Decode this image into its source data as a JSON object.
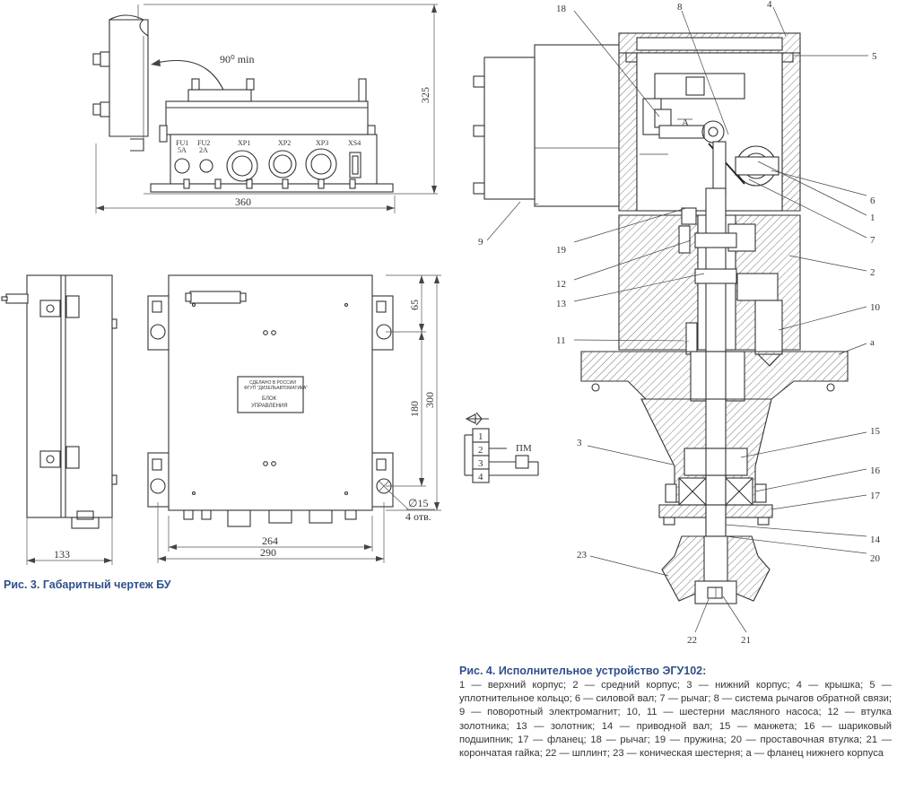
{
  "fig3": {
    "caption": "Рис. 3. Габаритный чертеж БУ",
    "dims": {
      "angle": "90⁰ min",
      "height_325": "325",
      "width_360": "360",
      "d65": "65",
      "d180": "180",
      "d300": "300",
      "d15": "∅15",
      "holes": "4 отв.",
      "d264": "264",
      "d290": "290",
      "d133": "133"
    },
    "connectors": [
      "FU1",
      "FU2",
      "XP1",
      "XP2",
      "XP3",
      "XS4"
    ],
    "fuse_ratings": [
      "5А",
      "2А"
    ],
    "plate": {
      "line1": "СДЕЛАНО В РОССИИ",
      "line2": "ФГУП \"ДИЗЕЛЬАВТОМАТИКА\"",
      "title1": "БЛОК",
      "title2": "УПРАВЛЕНИЯ"
    }
  },
  "fig4": {
    "caption": "Рис. 4. Исполнительное устройство ЭГУ102:",
    "legend": "1 — верхний корпус; 2 — средний корпус; 3 — нижний корпус; 4 — крышка; 5 — уплотнительное кольцо; 6 — силовой вал; 7 — рычаг; 8 — система рычагов обратной связи; 9 — поворотный электромагнит; 10, 11 — шестерни масляного насоса; 12 — втулка золотника; 13 — золотник; 14 — приводной вал; 15 — манжета; 16 — шариковый подшипник; 17 — фланец; 18 — рычаг; 19 — пружина; 20 — проставочная втулка; 21 — корончатая гайка; 22 — шплинт; 23 — коническая шестерня; а — фланец нижнего корпуса",
    "labels": {
      "n1": "1",
      "n2": "2",
      "n3": "3",
      "n4": "4",
      "n5": "5",
      "n6": "6",
      "n7": "7",
      "n8": "8",
      "n9": "9",
      "n10": "10",
      "n11": "11",
      "n12": "12",
      "n13": "13",
      "n14": "14",
      "n15": "15",
      "n16": "16",
      "n17": "17",
      "n18": "18",
      "n19": "19",
      "n20": "20",
      "n21": "21",
      "n22": "22",
      "n23": "23",
      "na": "a"
    },
    "section_marker": "А",
    "wiring": {
      "pins": [
        "1",
        "2",
        "3",
        "4"
      ],
      "device": "ПМ"
    }
  }
}
